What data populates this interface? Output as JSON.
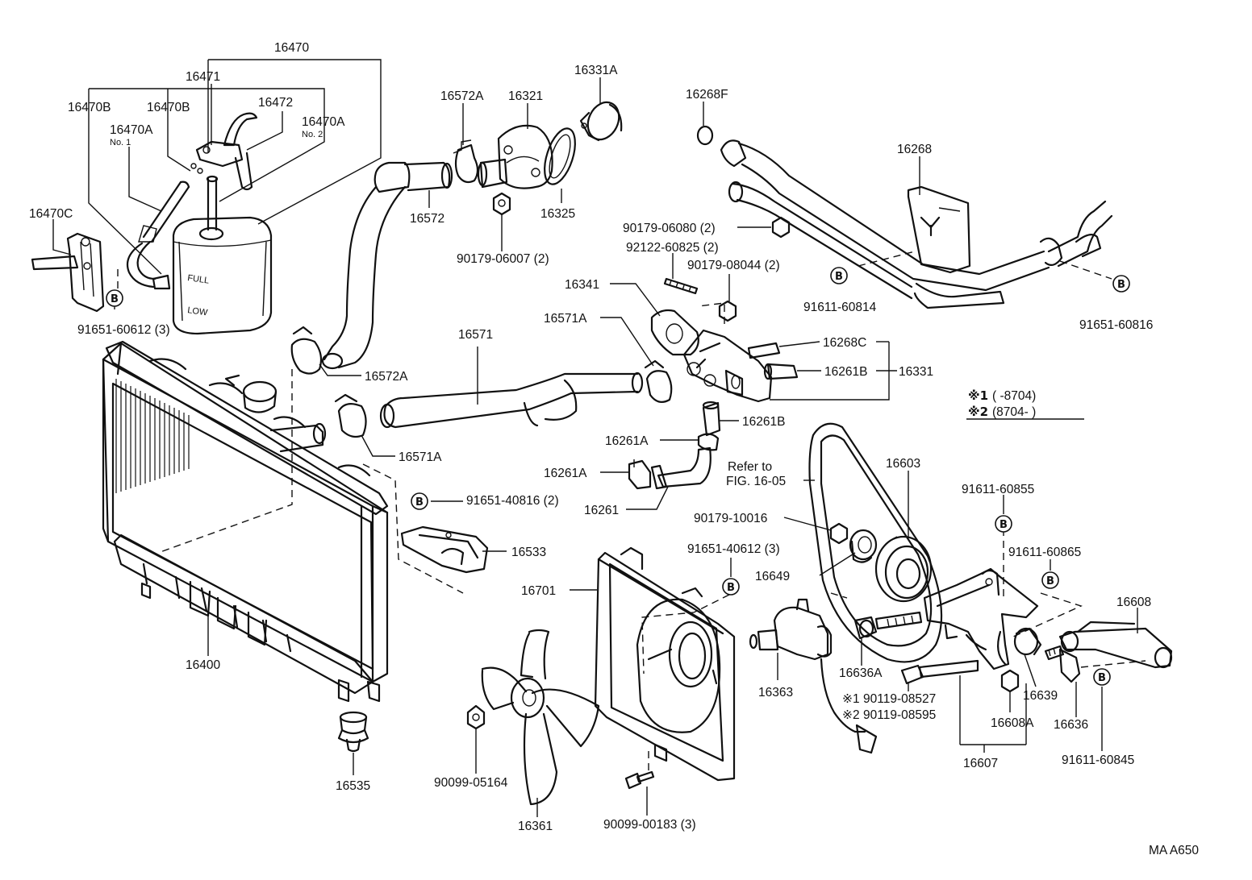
{
  "diagram": {
    "callouts": {
      "p16470": "16470",
      "p16471": "16471",
      "p16472": "16472",
      "p16470B_1": "16470B",
      "p16470B_2": "16470B",
      "p16470A_1": "16470A",
      "p16470A_1_no": "No. 1",
      "p16470A_2": "16470A",
      "p16470A_2_no": "No. 2",
      "p16470C": "16470C",
      "p91651_60612": "91651-60612 (3)",
      "p16572A_top": "16572A",
      "p16321": "16321",
      "p16331A": "16331A",
      "p16572": "16572",
      "p16325": "16325",
      "p90179_06007": "90179-06007 (2)",
      "p16268F": "16268F",
      "p16268": "16268",
      "p90179_06080": "90179-06080 (2)",
      "p92122_60825": "92122-60825 (2)",
      "p90179_08044": "90179-08044 (2)",
      "p91611_60814": "91611-60814",
      "p91651_60816": "91651-60816",
      "p16341": "16341",
      "p16571A_top": "16571A",
      "p16571": "16571",
      "p16268C": "16268C",
      "p16261B_1": "16261B",
      "p16331": "16331",
      "p16572A_mid": "16572A",
      "p16261B_2": "16261B",
      "p16261A_1": "16261A",
      "p16571A_mid": "16571A",
      "p16261A_2": "16261A",
      "refer_1": "Refer to",
      "refer_2": "FIG. 16-05",
      "p16261": "16261",
      "p91651_40816": "91651-40816 (2)",
      "p16533": "16533",
      "p16603": "16603",
      "p90179_10016": "90179-10016",
      "p91611_60855": "91611-60855",
      "p91651_40612": "91651-40612 (3)",
      "p16649": "16649",
      "p91611_60865": "91611-60865",
      "p16701": "16701",
      "p16608": "16608",
      "p16400": "16400",
      "p16363": "16363",
      "p16636A": "16636A",
      "p16639": "16639",
      "p16636": "16636",
      "p90119_08527": "90119-08527",
      "p90119_08595": "90119-08595",
      "p16608A": "16608A",
      "p16535": "16535",
      "p90099_05164": "90099-05164",
      "p16607": "16607",
      "p91611_60845": "91611-60845",
      "p16361": "16361",
      "p90099_00183": "90099-00183 (3)"
    },
    "legend": {
      "mark1": "※1",
      "range1": "(      -8704)",
      "mark2": "※2",
      "range2": "(8704-      )"
    },
    "bolt_mark": "B",
    "variant_mark_1": "※1",
    "variant_mark_2": "※2",
    "tank_full": "FULL",
    "tank_low": "LOW",
    "figure_code": "MA A650"
  }
}
